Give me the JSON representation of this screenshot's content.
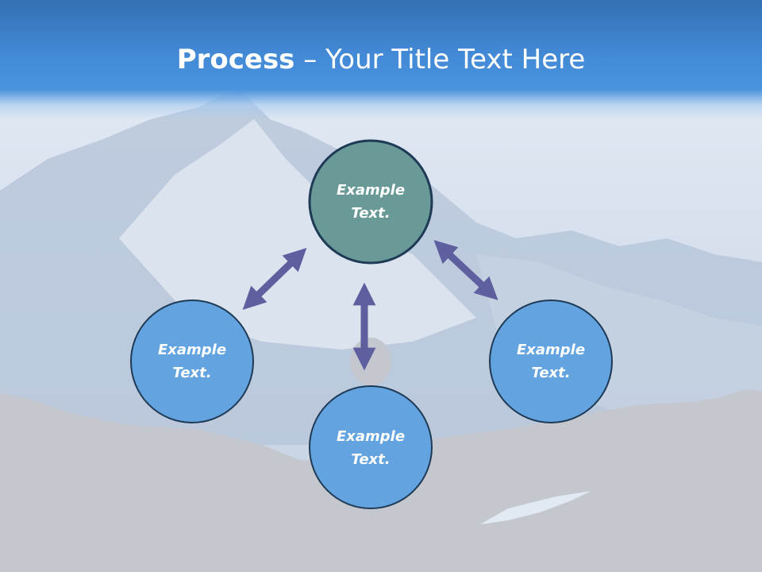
{
  "slide": {
    "title_bold": "Process",
    "title_rest": " – Your Title Text Here"
  },
  "nodes": [
    {
      "id": "top",
      "line1": "Example",
      "line2": "Text.",
      "fill": "#6a9a98"
    },
    {
      "id": "left",
      "line1": "Example",
      "line2": "Text.",
      "fill": "#62a3e0"
    },
    {
      "id": "bottom",
      "line1": "Example",
      "line2": "Text.",
      "fill": "#62a3e0"
    },
    {
      "id": "right",
      "line1": "Example",
      "line2": "Text.",
      "fill": "#62a3e0"
    }
  ],
  "colors": {
    "header": "#4289d6",
    "node_outline": "#1f3a55",
    "arrow": "#5d5f9e"
  }
}
